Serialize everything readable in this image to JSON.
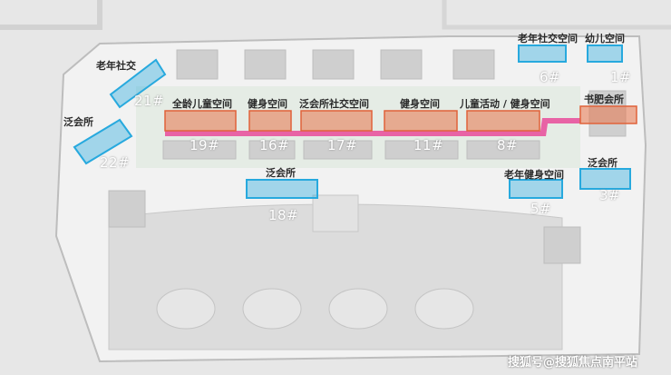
{
  "zone_labels": {
    "z21": "老年社交",
    "z22": "泛会所",
    "z19": "全龄儿童空间",
    "z16": "健身空间",
    "z17": "泛会所社交空间",
    "z11": "健身空间",
    "z8": "儿童活动 / 健身空间",
    "z6": "老年社交空间",
    "z1": "幼儿空间",
    "zbook": "书肥会所",
    "z18": "泛会所",
    "z5": "老年健身空间",
    "z3": "泛会所"
  },
  "building_numbers": {
    "b21": "21#",
    "b22": "22#",
    "b19": "19#",
    "b16": "16#",
    "b17": "17#",
    "b11": "11#",
    "b8": "8#",
    "b6": "6#",
    "b1": "1#",
    "b18": "18#",
    "b5": "5#",
    "b3": "3#"
  },
  "watermark": "搜狐号@搜狐焦点南平站",
  "colors": {
    "orange_zone": "#e8754a",
    "blue_zone": "#27a9de",
    "pink_corridor": "#e8358f"
  }
}
